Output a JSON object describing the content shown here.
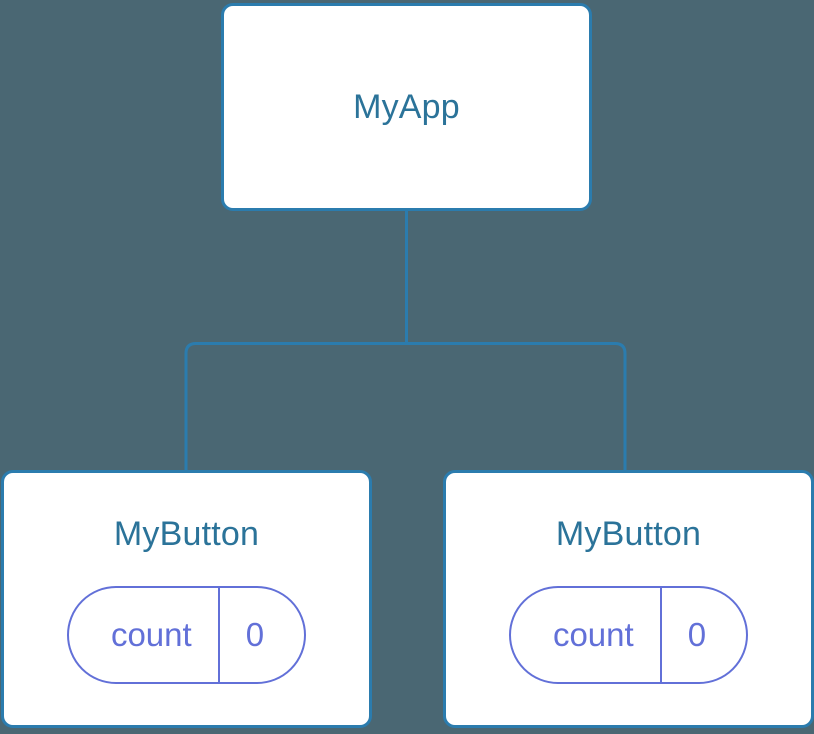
{
  "canvas": {
    "background_color": "#4a6773",
    "edge_color": "#2b7cae"
  },
  "theme": {
    "node_border_color": "#2b7cae",
    "node_fill_color": "#ffffff",
    "node_title_color": "#2b7399",
    "state_accent_color": "#6270d8"
  },
  "tree": {
    "root": {
      "title": "MyApp"
    },
    "children": [
      {
        "title": "MyButton",
        "state": {
          "key": "count",
          "value": "0"
        }
      },
      {
        "title": "MyButton",
        "state": {
          "key": "count",
          "value": "0"
        }
      }
    ]
  }
}
